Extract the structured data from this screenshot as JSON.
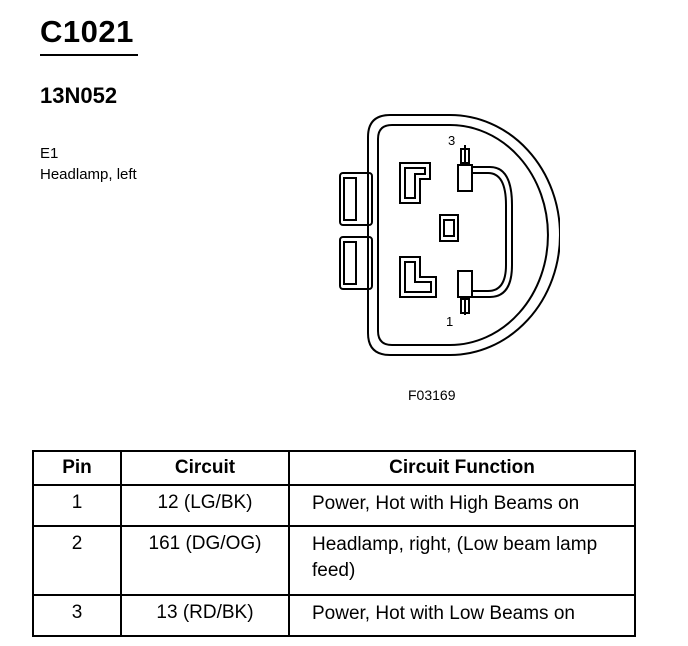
{
  "connector": {
    "id": "C1021",
    "part_number": "13N052",
    "location_code": "E1",
    "location_description": "Headlamp, left",
    "figure_id": "F03169",
    "diagram_pin_labels": [
      "3",
      "1"
    ]
  },
  "pin_table": {
    "headers": [
      "Pin",
      "Circuit",
      "Circuit Function"
    ],
    "rows": [
      {
        "pin": "1",
        "circuit": "12 (LG/BK)",
        "function": "Power, Hot with High Beams on"
      },
      {
        "pin": "2",
        "circuit": "161 (DG/OG)",
        "function": "Headlamp, right, (Low beam lamp feed)"
      },
      {
        "pin": "3",
        "circuit": "13 (RD/BK)",
        "function": "Power, Hot with Low Beams on"
      }
    ]
  }
}
